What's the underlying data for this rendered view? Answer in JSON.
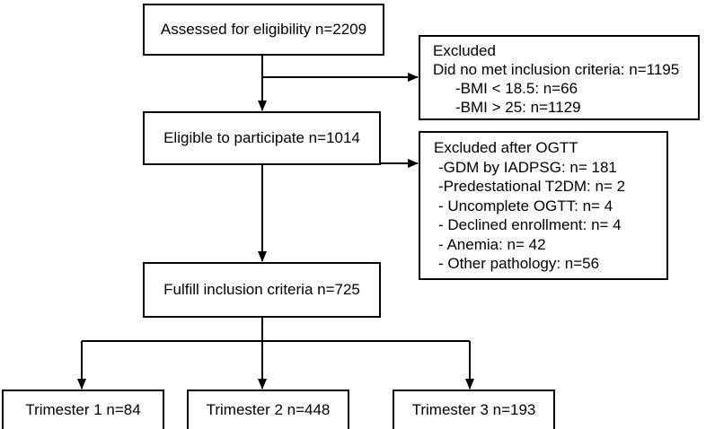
{
  "flowchart": {
    "assessed": {
      "label": "Assessed for eligibility n=2209"
    },
    "excluded": {
      "title": "Excluded",
      "reason": "Did no met inclusion criteria: n=1195",
      "items": [
        "-BMI < 18.5: n=66",
        "-BMI > 25: n=1129"
      ]
    },
    "eligible": {
      "label": "Eligible to participate n=1014"
    },
    "excluded_ogtt": {
      "title": "Excluded after OGTT",
      "items": [
        "-GDM by IADPSG: n= 181",
        "-Predestational T2DM: n= 2",
        "- Uncomplete OGTT: n= 4",
        "- Declined enrollment: n= 4",
        "- Anemia: n= 42",
        "- Other pathology: n=56"
      ]
    },
    "fulfill": {
      "label": "Fulfill inclusion criteria n=725"
    },
    "trimesters": [
      {
        "label": "Trimester 1 n=84"
      },
      {
        "label": "Trimester 2 n=448"
      },
      {
        "label": "Trimester 3 n=193"
      }
    ]
  },
  "colors": {
    "stroke": "#000000",
    "background": "#ffffff"
  }
}
